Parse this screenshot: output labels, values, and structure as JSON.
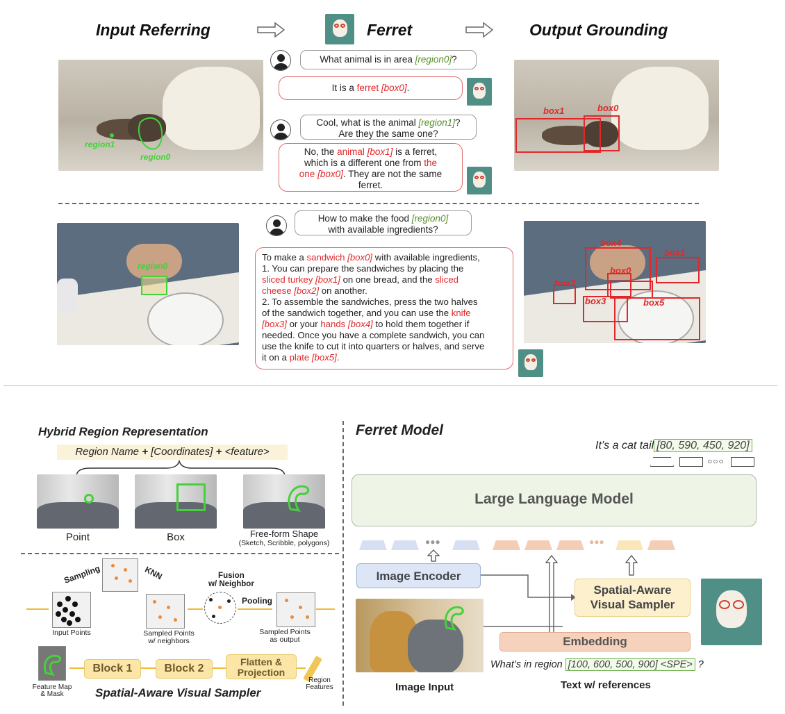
{
  "headers": {
    "input": "Input Referring",
    "ferret": "Ferret",
    "output": "Output Grounding"
  },
  "conv1": {
    "q1_pre": "What animal is in area ",
    "q1_tag": "[region0]",
    "q1_post": "?",
    "a1_pre": "It is a ",
    "a1_red": "ferret",
    "a1_tag": "[box0]",
    "a1_post": ".",
    "q2_pre": "Cool, what is the animal ",
    "q2_tag": "[region1]",
    "q2_post": "?",
    "q2_line2": "Are they the same one?",
    "a2_1": "No, the ",
    "a2_red1": "animal",
    "a2_tag1": "[box1]",
    "a2_2": " is a ferret,",
    "a2_3": "which is a different one from ",
    "a2_red2": "the",
    "a2_red3": "one",
    "a2_tag2": "[box0]",
    "a2_4": ". They are not the same",
    "a2_5": "ferret."
  },
  "scene1_labels": {
    "region1": "region1",
    "region0": "region0",
    "box1": "box1",
    "box0": "box0"
  },
  "conv2": {
    "q_pre": "How to make the food ",
    "q_tag": "[region0]",
    "q_line2": "with available ingredients?",
    "l1a": "To make a ",
    "l1r": "sandwich",
    "l1t": "[box0]",
    "l1b": " with available ingredients,",
    "l2": "1. You can prepare the sandwiches by placing the",
    "l3r": "sliced turkey",
    "l3t": "[box1]",
    "l3b": " on one bread, and the ",
    "l3r2": "sliced",
    "l4r": "cheese",
    "l4t": "[box2]",
    "l4b": " on another.",
    "l5": "2. To assemble the sandwiches, press the two halves",
    "l6a": "of the sandwich together, and you can use the ",
    "l6r": "knife",
    "l7t": "[box3]",
    "l7a": " or your ",
    "l7r": "hands",
    "l7t2": "[box4]",
    "l7b": " to hold them together if",
    "l8": "needed. Once you have a complete sandwich, you can",
    "l9": "use the knife to cut it into quarters or halves, and serve",
    "l10a": "it on a ",
    "l10r": "plate",
    "l10t": "[box5]",
    "l10b": "."
  },
  "scene2_labels": {
    "region0": "region0",
    "box1": "box1",
    "box2": "box2",
    "box3": "box3",
    "box4": "box4",
    "box0": "box0",
    "box5": "box5"
  },
  "hybrid": {
    "title": "Hybrid Region Representation",
    "formula_a": "Region Name ",
    "plus": "+",
    "formula_b": " [Coordinates] ",
    "formula_c": " <feature>",
    "point": "Point",
    "box": "Box",
    "free": "Free-form Shape",
    "free_sub": "(Sketch, Scribble, polygons)"
  },
  "sampler": {
    "title": "Spatial-Aware Visual Sampler",
    "sampling": "Sampling",
    "knn": "KNN",
    "fusion1": "Fusion",
    "fusion2": "w/ Neighbor",
    "pooling": "Pooling",
    "input_points": "Input Points",
    "sampled1": "Sampled Points",
    "sampled1b": "w/ neighbors",
    "sampled2": "Sampled Points",
    "sampled2b": "as output",
    "block1": "Block 1",
    "block2": "Block 2",
    "flatten1": "Flatten &",
    "flatten2": "Projection",
    "fmap1": "Feature Map",
    "fmap2": "& Mask",
    "rf1": "Region",
    "rf2": "Features"
  },
  "model": {
    "title": "Ferret Model",
    "output_text": "It’s a cat tail",
    "output_coords": "[80, 590, 450, 920]",
    "llm": "Large Language Model",
    "encoder": "Image Encoder",
    "sampler1": "Spatial-Aware",
    "sampler2": "Visual Sampler",
    "embedding": "Embedding",
    "question": "What’s in region ",
    "question_tag": "[100, 600, 500, 900] <SPE>",
    "question_end": " ?",
    "image_input": "Image Input",
    "text_refs": "Text w/ references"
  },
  "colors": {
    "red": "#e0282b",
    "green": "#5a8f2a",
    "llm": "#eef4e6",
    "encoder": "#dde6f7",
    "embed": "#f6d2bd",
    "yellow": "#fbe6a8"
  }
}
